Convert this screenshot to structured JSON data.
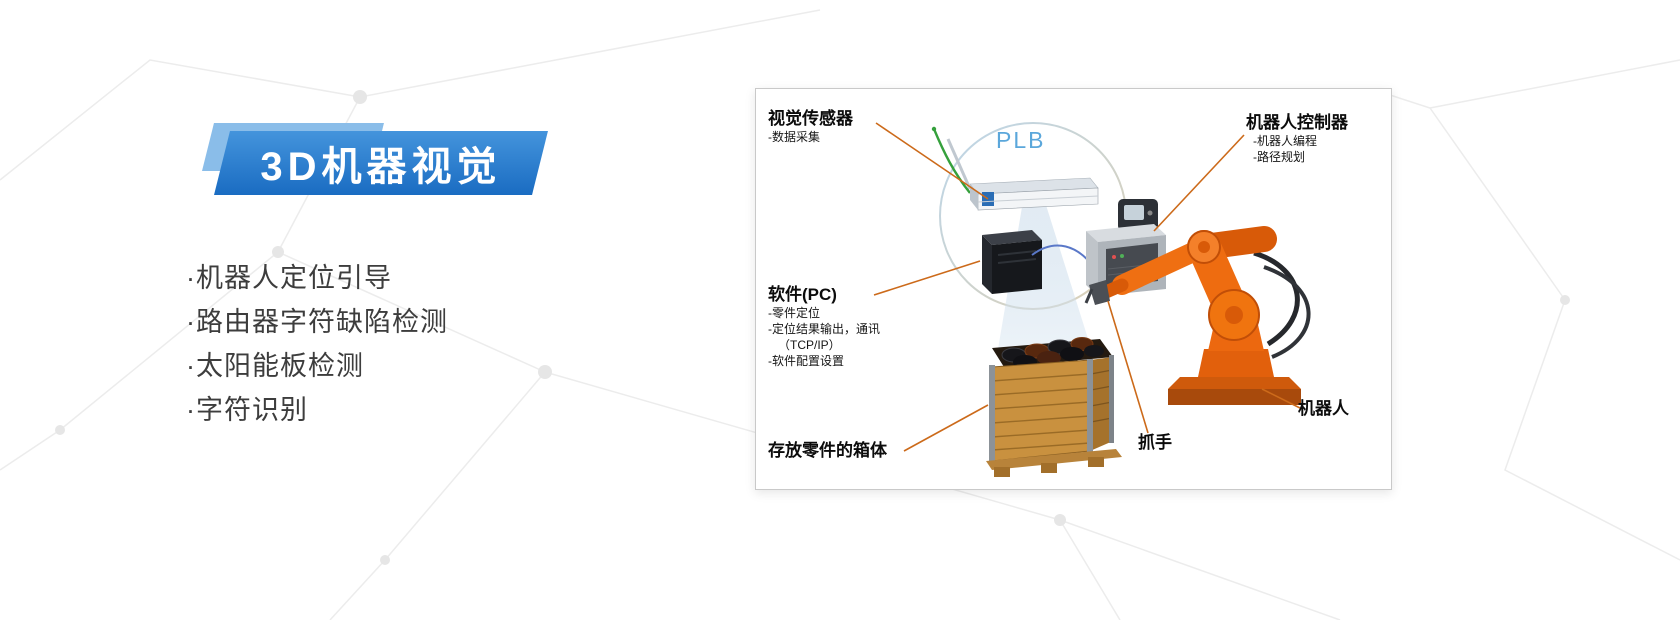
{
  "banner": {
    "title": "3D机器视觉"
  },
  "features": {
    "items": [
      "·机器人定位引导",
      "·路由器字符缺陷检测",
      "·太阳能板检测",
      "·字符识别"
    ]
  },
  "diagram": {
    "plb_label": "PLB",
    "vision_sensor": {
      "title": "视觉传感器",
      "subs": [
        "-数据采集"
      ]
    },
    "robot_controller": {
      "title": "机器人控制器",
      "subs": [
        "-机器人编程",
        "-路径规划"
      ]
    },
    "software_pc": {
      "title": "软件(PC)",
      "subs": [
        "-零件定位",
        "-定位结果输出，通讯",
        "（TCP/IP）",
        "-软件配置设置"
      ]
    },
    "parts_box": {
      "title": "存放零件的箱体"
    },
    "gripper": {
      "title": "抓手"
    },
    "robot": {
      "title": "机器人"
    }
  },
  "colors": {
    "banner_blue_light": "#4494dc",
    "banner_blue_dark": "#1a6cc2",
    "banner_glint": "#8abde9",
    "callout_orange": "#cc6a1a",
    "plb_blue": "#5ba7db",
    "robot_orange": "#ec680f",
    "crate_wood": "#c9913f"
  }
}
